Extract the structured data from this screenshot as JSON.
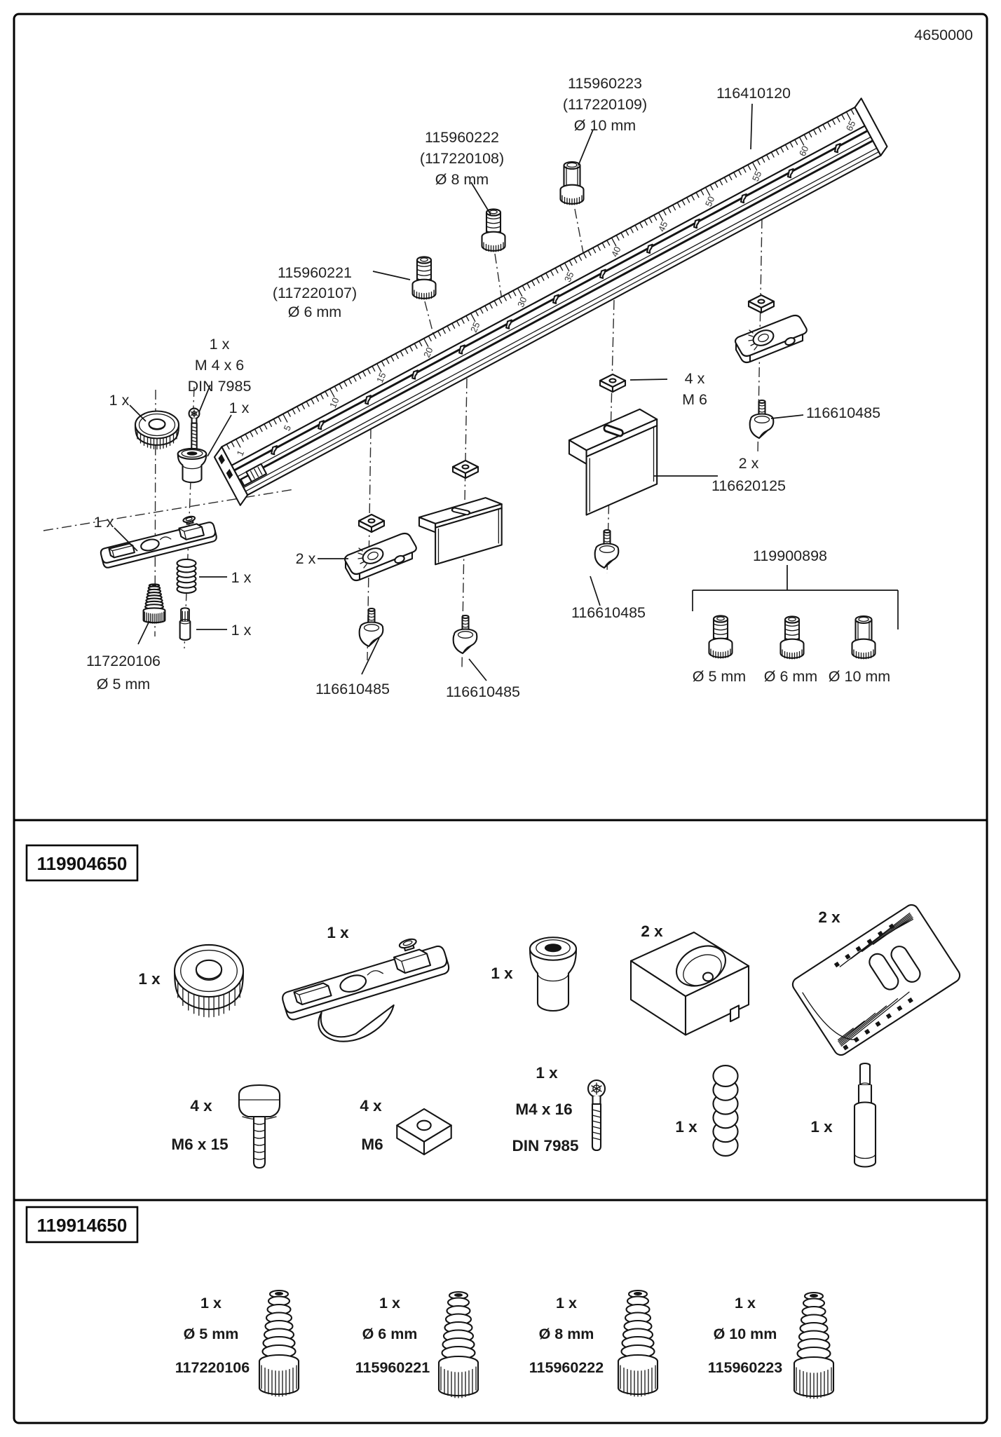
{
  "doc": {
    "product_number": "4650000"
  },
  "diagram": {
    "rail": {
      "part": "116410120",
      "scale_labels": [
        "1",
        "5",
        "10",
        "15",
        "20",
        "25",
        "30",
        "35",
        "40",
        "45",
        "50",
        "55",
        "60",
        "65"
      ]
    },
    "stop10": {
      "part": "115960223",
      "alt": "(117220109)",
      "dia": "Ø 10 mm"
    },
    "stop8": {
      "part": "115960222",
      "alt": "(117220108)",
      "dia": "Ø 8 mm"
    },
    "stop6": {
      "part": "115960221",
      "alt": "(117220107)",
      "dia": "Ø 6 mm"
    },
    "m4x6": {
      "qty": "1 x",
      "size": "M 4 x 6",
      "din": "DIN 7985"
    },
    "qty_knob": "1 x",
    "qty_smallknob": "1 x",
    "qty_slider": "1 x",
    "qty_plate": "2 x",
    "qty_spring": "1 x",
    "qty_pin": "1 x",
    "stop5": {
      "part": "117220106",
      "dia": "Ø 5 mm"
    },
    "nut": {
      "qty": "4 x",
      "size": "M 6"
    },
    "foot1": "116610485",
    "foot2": "116610485",
    "foot3": "116610485",
    "foot4": "116610485",
    "bracket": {
      "qty": "2 x",
      "part": "116620125"
    },
    "stopset": {
      "part": "119900898",
      "d1": "Ø 5 mm",
      "d2": "Ø 6 mm",
      "d3": "Ø 10 mm"
    }
  },
  "set1": {
    "code": "119904650",
    "qty_knob": "1 x",
    "qty_slider": "1 x",
    "qty_smallknob": "1 x",
    "qty_block": "2 x",
    "qty_plate": "2 x",
    "thumbscrew": {
      "qty": "4 x",
      "size": "M6 x 15"
    },
    "nut": {
      "qty": "4 x",
      "size": "M6"
    },
    "m4x16": {
      "qty": "1 x",
      "size": "M4 x 16",
      "din": "DIN 7985"
    },
    "qty_spring": "1 x",
    "qty_pin": "1 x"
  },
  "set2": {
    "code": "119914650",
    "items": [
      {
        "qty": "1 x",
        "dia": "Ø 5 mm",
        "part": "117220106"
      },
      {
        "qty": "1 x",
        "dia": "Ø 6 mm",
        "part": "115960221"
      },
      {
        "qty": "1 x",
        "dia": "Ø 8 mm",
        "part": "115960222"
      },
      {
        "qty": "1 x",
        "dia": "Ø 10 mm",
        "part": "115960223"
      }
    ]
  }
}
